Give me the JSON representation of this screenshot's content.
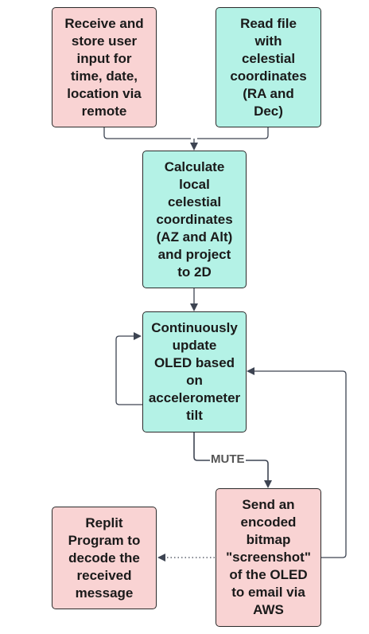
{
  "nodes": {
    "receive_input": {
      "label": "Receive and\nstore user\ninput for\ntime, date,\nlocation via\nremote",
      "color": "#f9d3d3"
    },
    "read_file": {
      "label": "Read file\nwith\ncelestial\ncoordinates\n(RA and\nDec)",
      "color": "#b4f2e6"
    },
    "calculate": {
      "label": "Calculate\nlocal\ncelestial\ncoordinates\n(AZ and Alt)\nand project\nto 2D",
      "color": "#b4f2e6"
    },
    "update_oled": {
      "label": "Continuously\nupdate\nOLED based\non\naccelerometer\ntilt",
      "color": "#b4f2e6"
    },
    "send_email": {
      "label": "Send an\nencoded\nbitmap\n\"screenshot\"\nof the OLED\nto email via\nAWS",
      "color": "#f9d3d3"
    },
    "replit": {
      "label": "Replit\nProgram to\ndecode the\nreceived\nmessage",
      "color": "#f9d3d3"
    }
  },
  "edges": {
    "mute_label": "MUTE"
  }
}
